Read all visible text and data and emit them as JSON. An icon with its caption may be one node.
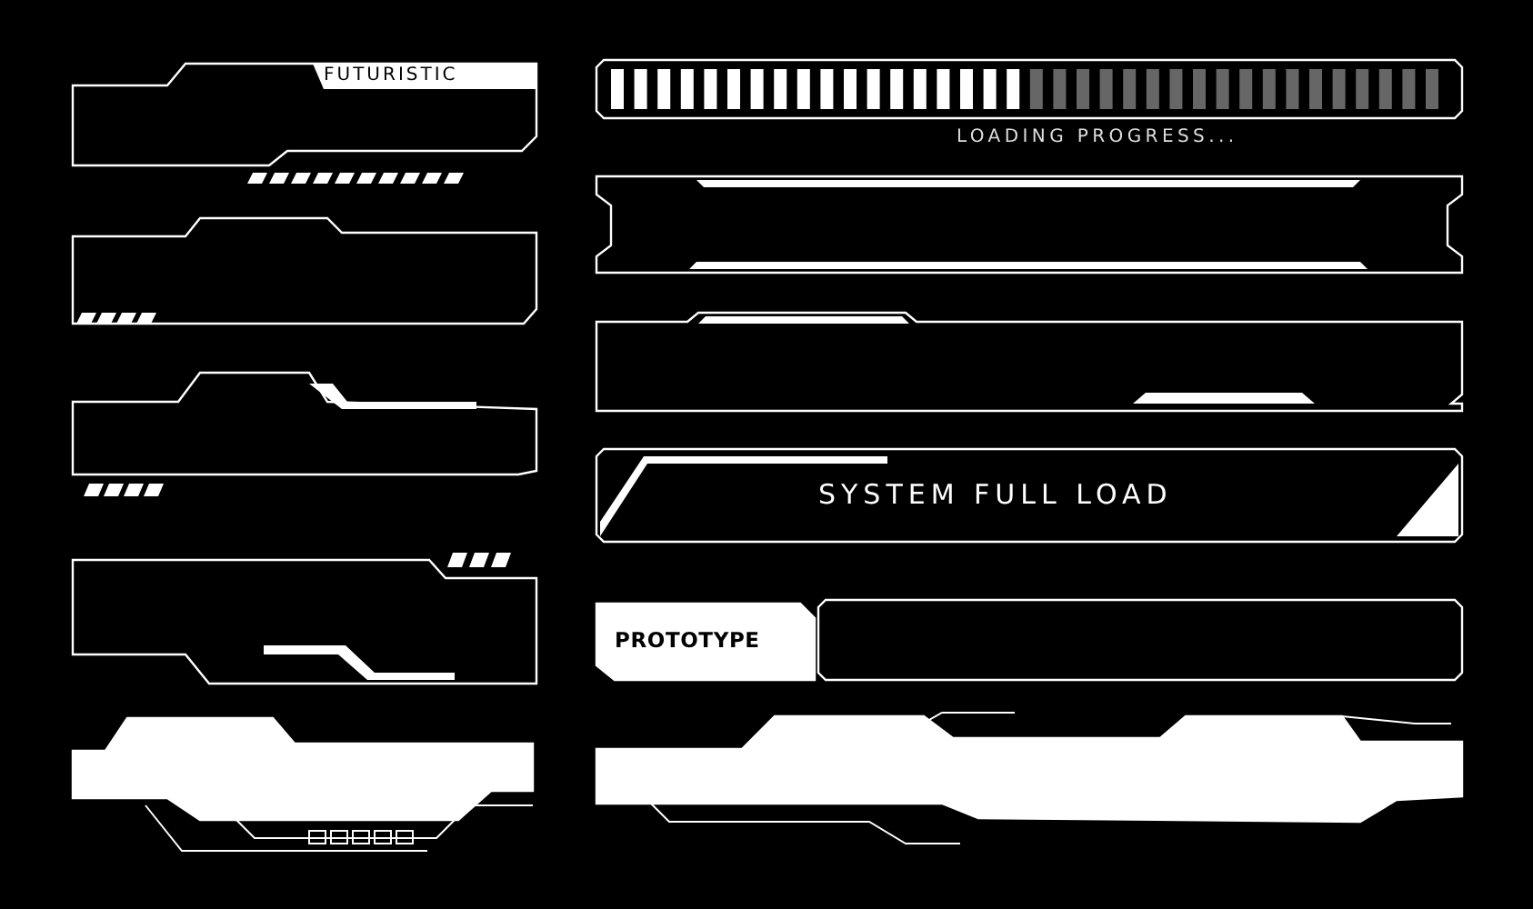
{
  "diagram": {
    "nodes": [
      {
        "text": [
          "FUTURISTIC"
        ]
      },
      {
        "text": [],
        "shape": "box"
      },
      {
        "text": [],
        "shape": "box"
      },
      {
        "text": [],
        "shape": "box"
      },
      {
        "text": [],
        "shape": "box"
      },
      {
        "text": [
          "LOADING PROGRESS..."
        ]
      },
      {
        "text": [],
        "shape": "box"
      },
      {
        "text": [],
        "shape": "box"
      },
      {
        "text": [
          "SYSTEM FULL LOAD"
        ]
      },
      {
        "text": [
          "PROTOTYPE"
        ]
      },
      {
        "text": [],
        "shape": "box"
      },
      {
        "text": [],
        "shape": "box"
      }
    ]
  }
}
